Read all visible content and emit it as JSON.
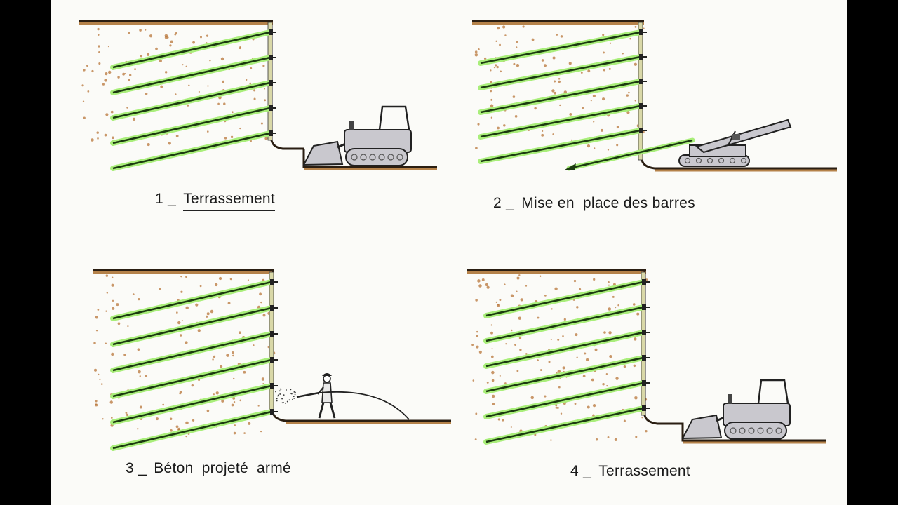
{
  "colors": {
    "paper": "#fbfbf8",
    "soil_line": "#2a1e12",
    "soil_fill": "#b5824a",
    "soil_dot": "#b8763a",
    "bar_dark": "#1b3a10",
    "bar_glow": "#a9ee7a",
    "wall": "#d9d8a8",
    "machine": "#c9c8ce",
    "machine_line": "#222"
  },
  "panels": [
    {
      "number": "1 _",
      "words": [
        "Terrassement"
      ],
      "machine": "bulldozer",
      "bars": 5
    },
    {
      "number": "2 _",
      "words": [
        "Mise en",
        "place des barres"
      ],
      "machine": "drill-rig",
      "bars": 5
    },
    {
      "number": "3 _",
      "words": [
        "Béton",
        "projeté",
        "armé"
      ],
      "machine": "worker-spray",
      "bars": 6
    },
    {
      "number": "4 _",
      "words": [
        "Terrassement"
      ],
      "machine": "bulldozer",
      "bars": 6
    }
  ]
}
